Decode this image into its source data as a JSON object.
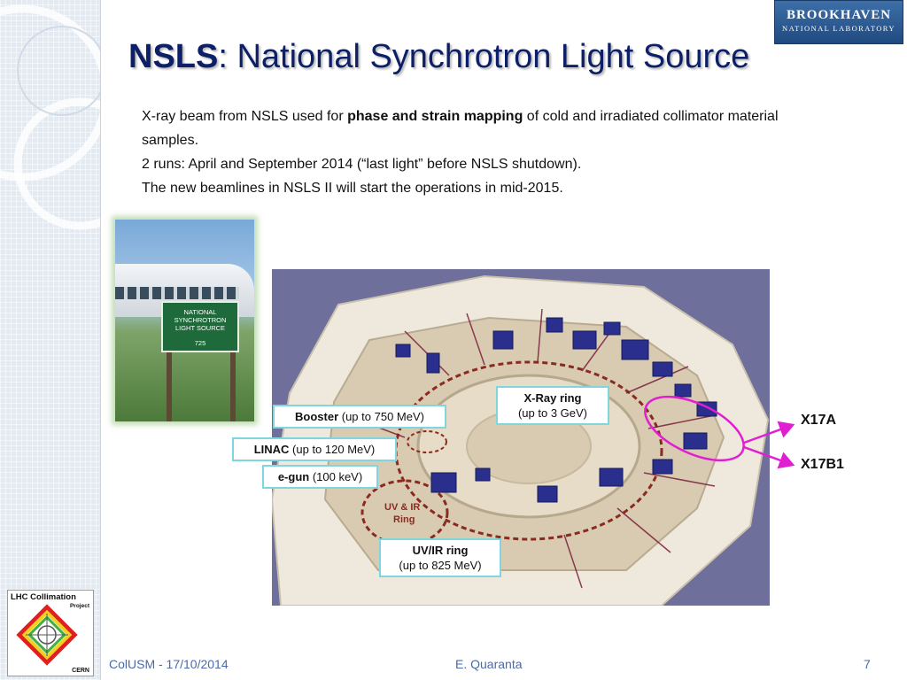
{
  "header": {
    "title_bold": "NSLS",
    "title_rest": ": National Synchrotron Light Source",
    "logo": {
      "line1": "BROOKHAVEN",
      "line2": "NATIONAL LABORATORY"
    }
  },
  "body": {
    "p1_a": "X-ray beam from NSLS used for ",
    "p1_bold": "phase and strain mapping",
    "p1_b": " of cold and irradiated collimator material samples.",
    "p2": "2 runs: April and September 2014 (“last light” before NSLS shutdown).",
    "p3": "The new beamlines in NSLS II will start the operations in mid-2015."
  },
  "photo": {
    "sign_lines": [
      "NATIONAL",
      "SYNCHROTRON",
      "LIGHT SOURCE"
    ],
    "sign_number": "725"
  },
  "map": {
    "uv_ir_label": [
      "UV & IR",
      "Ring"
    ],
    "labels": {
      "xray": {
        "bold": "X-Ray ring",
        "rest": "(up to 3 GeV)"
      },
      "booster": {
        "bold": "Booster",
        "rest": " (up to 750 MeV)"
      },
      "linac": {
        "bold": "LINAC",
        "rest": " (up to 120 MeV)"
      },
      "egun": {
        "bold": "e-gun",
        "rest": " (100 keV)"
      },
      "uvir": {
        "bold": "UV/IR ring",
        "rest": "(up to 825 MeV)"
      }
    },
    "beamlines": {
      "x17a": "X17A",
      "x17b1": "X17B1"
    }
  },
  "logo_lhc": {
    "title": "LHC Collimation",
    "project": "Project",
    "cern": "CERN"
  },
  "footer": {
    "left": "ColUSM - 17/10/2014",
    "center": "E. Quaranta",
    "page": "7"
  },
  "colors": {
    "title": "#0d1f66",
    "accent_magenta": "#e020d0",
    "label_border": "#7fd5e0",
    "footer": "#4a6aa8"
  }
}
